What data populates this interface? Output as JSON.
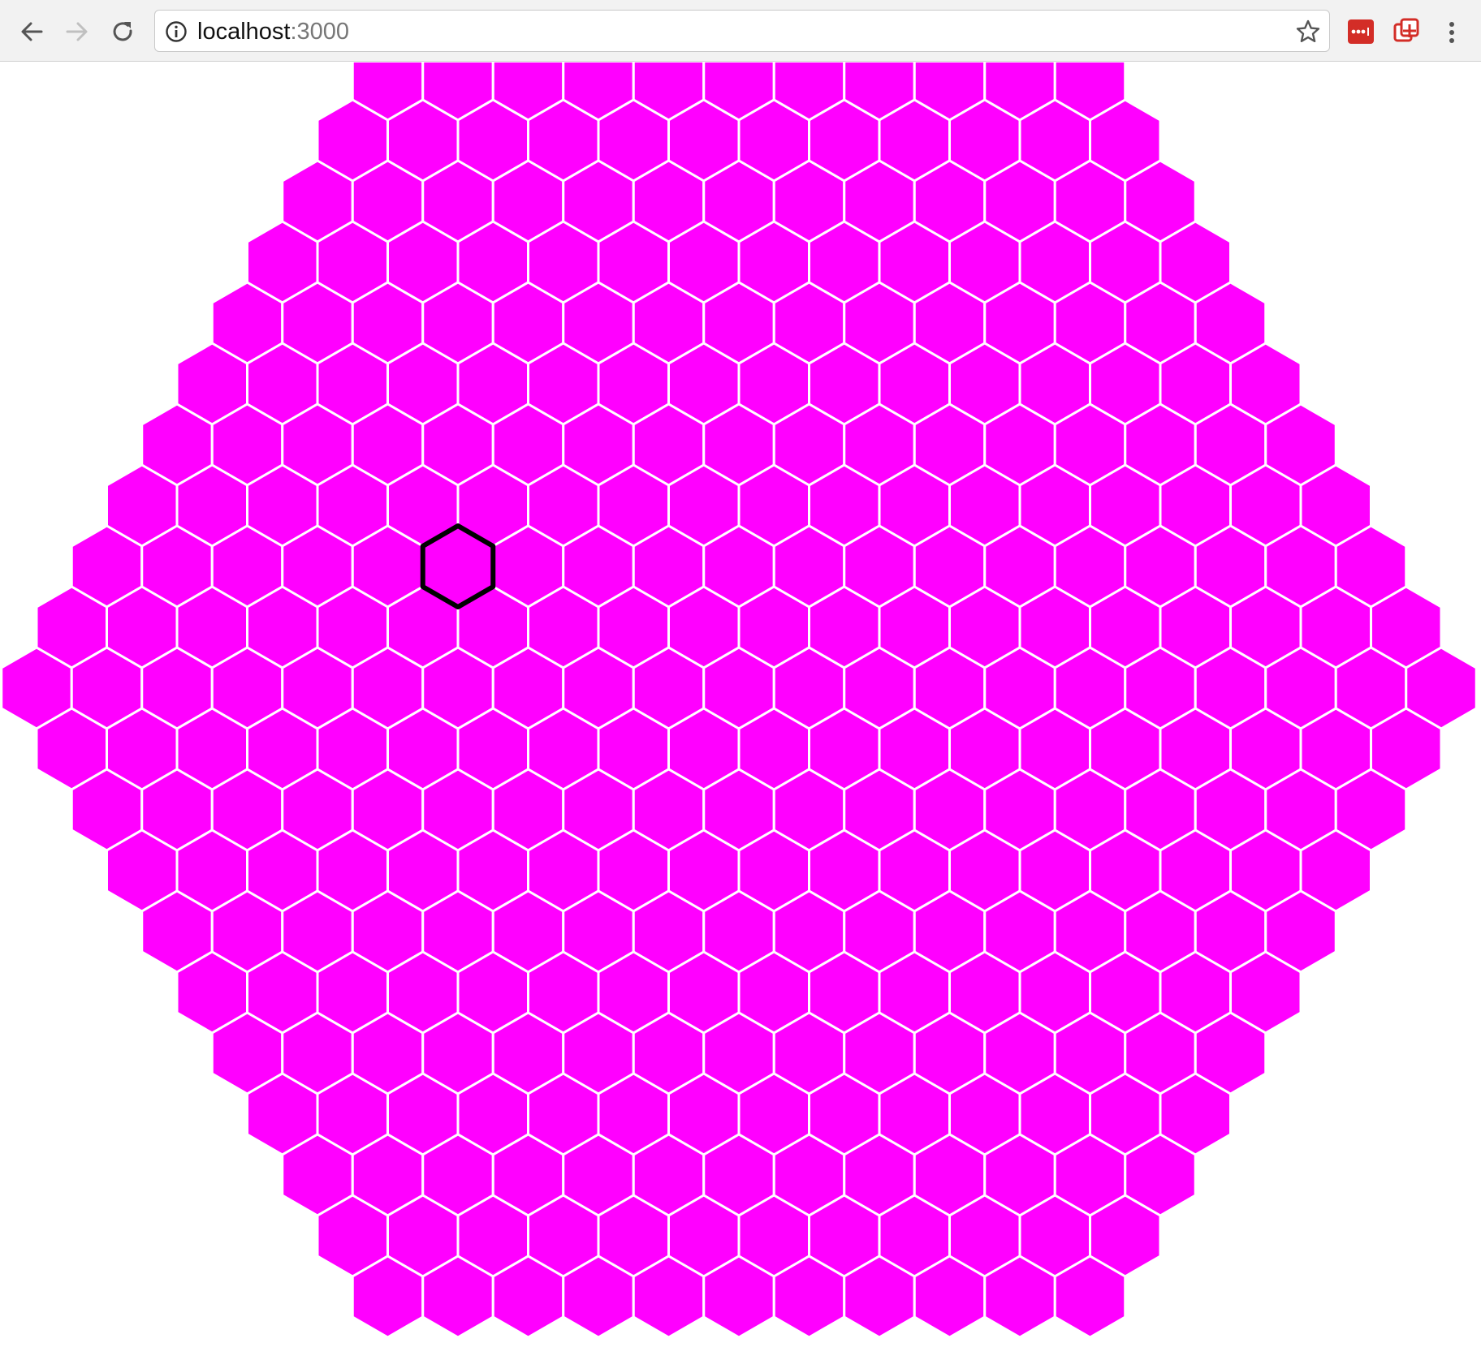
{
  "browser": {
    "url_host": "localhost",
    "url_port": ":3000",
    "icons": {
      "back": "back-arrow-icon",
      "forward": "forward-arrow-icon",
      "reload": "reload-icon",
      "info": "info-icon",
      "bookmark": "star-icon",
      "extension_1": "lastpass-icon",
      "extension_2": "clip-extension-icon",
      "menu": "kebab-menu-icon"
    }
  },
  "grid": {
    "shape": "hexagon",
    "radius": 10,
    "cell_count": 331,
    "fill_color": "#ff00ff",
    "stroke_color": "#ffffff",
    "selected_stroke_color": "#000000",
    "selected_cell": {
      "q": -3,
      "r": -2
    }
  }
}
